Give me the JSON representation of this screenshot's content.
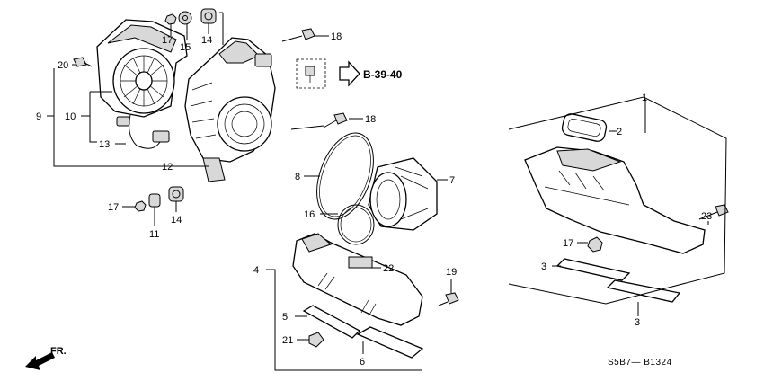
{
  "diagram": {
    "part_labels": [
      {
        "id": "p1",
        "text": "1"
      },
      {
        "id": "p2",
        "text": "2"
      },
      {
        "id": "p3a",
        "text": "3"
      },
      {
        "id": "p3b",
        "text": "3"
      },
      {
        "id": "p4",
        "text": "4"
      },
      {
        "id": "p5",
        "text": "5"
      },
      {
        "id": "p6",
        "text": "6"
      },
      {
        "id": "p7",
        "text": "7"
      },
      {
        "id": "p8",
        "text": "8"
      },
      {
        "id": "p9",
        "text": "9"
      },
      {
        "id": "p10",
        "text": "10"
      },
      {
        "id": "p11",
        "text": "11"
      },
      {
        "id": "p12",
        "text": "12"
      },
      {
        "id": "p13",
        "text": "13"
      },
      {
        "id": "p14a",
        "text": "14"
      },
      {
        "id": "p14b",
        "text": "14"
      },
      {
        "id": "p15",
        "text": "15"
      },
      {
        "id": "p16",
        "text": "16"
      },
      {
        "id": "p17a",
        "text": "17"
      },
      {
        "id": "p17b",
        "text": "17"
      },
      {
        "id": "p17c",
        "text": "17"
      },
      {
        "id": "p18a",
        "text": "18"
      },
      {
        "id": "p18b",
        "text": "18"
      },
      {
        "id": "p19",
        "text": "19"
      },
      {
        "id": "p20",
        "text": "20"
      },
      {
        "id": "p21",
        "text": "21"
      },
      {
        "id": "p22",
        "text": "22"
      },
      {
        "id": "p23",
        "text": "23"
      }
    ],
    "reference": "B-39-40",
    "front_marker": "FR.",
    "diagram_code": "S5B7— B1324"
  }
}
